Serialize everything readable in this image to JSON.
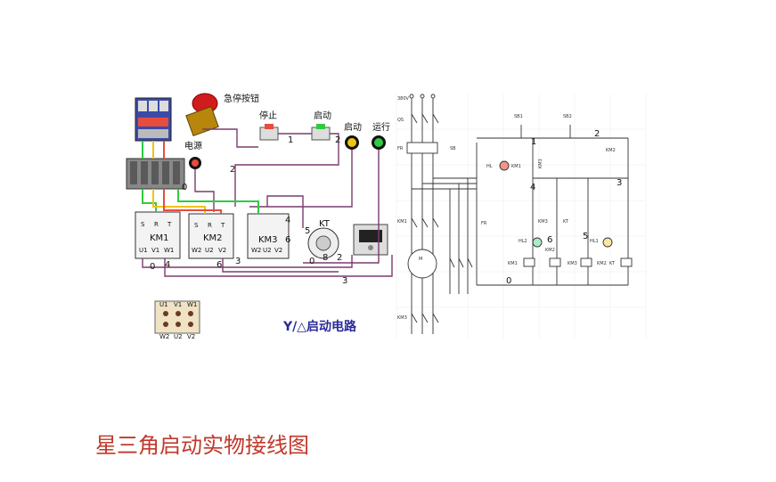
{
  "wiring": {
    "estop_label": "急停按钮",
    "power_label": "电源",
    "stop_label": "停止",
    "start_label": "启动",
    "start_lamp_label": "启动",
    "run_lamp_label": "运行",
    "kt_label": "KT",
    "caption": "Y/△启动电路",
    "km1": "KM1",
    "km2": "KM2",
    "km3": "KM3",
    "srt": [
      "S",
      "R",
      "T"
    ],
    "km1_out": [
      "U1",
      "V1",
      "W1"
    ],
    "km2_out": [
      "W2",
      "U2",
      "V2"
    ],
    "km3_out": [
      "W2",
      "U2",
      "V2"
    ],
    "num_0": "0",
    "num_1": "1",
    "num_2": "2",
    "num_3": "3",
    "num_4": "4",
    "num_5": "5",
    "num_6": "6",
    "num_8": "8",
    "terminal_top": [
      "U1",
      "V1",
      "W1"
    ],
    "terminal_bottom": [
      "W2",
      "U2",
      "V2"
    ]
  },
  "schematic": {
    "supply": "380V",
    "qs": "QS",
    "fr": "FR",
    "sb": "SB",
    "sb1": "SB1",
    "sb2": "SB2",
    "km1": "KM1",
    "km2": "KM2",
    "km3": "KM3",
    "kt": "KT",
    "hl": "HL",
    "hl1": "HL1",
    "hl2": "HL2",
    "motor": "M",
    "n1": "1",
    "n2": "2",
    "n3": "3",
    "n4": "4",
    "n5": "5",
    "n6": "6",
    "n0": "0"
  },
  "footer": {
    "title": "星三角启动实物接线图"
  },
  "colors": {
    "title": "#c0392b",
    "wire_purple": "#7a3b6e",
    "wire_green": "#2ecc40",
    "wire_yellow": "#f1c40f",
    "wire_red": "#e74c3c"
  }
}
